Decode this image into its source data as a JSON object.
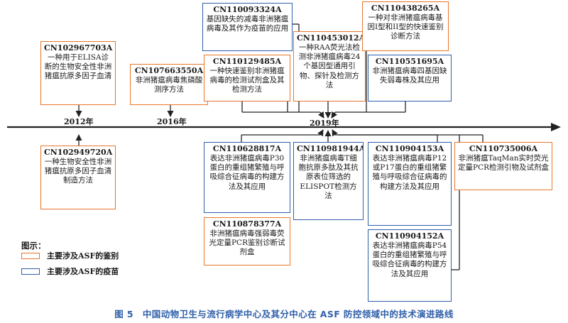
{
  "timeline": {
    "years": [
      "2012年",
      "2016年",
      "2019年"
    ]
  },
  "patents": [
    {
      "id": "CN102967703A",
      "desc": "一种用于ELISA诊断的生物安全性非洲猪瘟抗原多因子血清",
      "type": "diagnosis"
    },
    {
      "id": "CN102949720A",
      "desc": "一种生物安全性非洲猪瘟抗原多因子血清制造方法",
      "type": "diagnosis"
    },
    {
      "id": "CN107663550A",
      "desc": "非洲猪瘟病毒焦磷酸测序方法",
      "type": "diagnosis"
    },
    {
      "id": "CN110093324A",
      "desc": "基因缺失的减毒非洲猪瘟病毒及其作为疫苗的应用",
      "type": "vaccine"
    },
    {
      "id": "CN110129485A",
      "desc": "一种快速鉴别非洲猪瘟病毒的检测试剂盒及其检测方法",
      "type": "diagnosis"
    },
    {
      "id": "CN110453012A",
      "desc": "一种RAA荧光法检测非洲猪瘟病毒24个基因型通用引物、探针及检测方法",
      "type": "diagnosis"
    },
    {
      "id": "CN110438265A",
      "desc": "一种对非洲猪瘟病毒基因I型和II型的快速鉴别诊断方法",
      "type": "diagnosis"
    },
    {
      "id": "CN110551695A",
      "desc": "非洲猪瘟病毒四基因缺失弱毒株及其应用",
      "type": "vaccine"
    },
    {
      "id": "CN110628817A",
      "desc": "表达非洲猪瘟病毒P30蛋白的重组猪繁殖与呼吸综合征病毒的构建方法及其应用",
      "type": "vaccine"
    },
    {
      "id": "CN110878377A",
      "desc": "非洲猪瘟病毒强弱毒荧光定量PCR鉴别诊断试剂盒",
      "type": "diagnosis"
    },
    {
      "id": "CN110981944A",
      "desc": "非洲猪瘟病毒T细胞抗原多肽及其抗原表位筛选的ELISPOT检测方法",
      "type": "vaccine"
    },
    {
      "id": "CN110904153A",
      "desc": "表达非洲猪瘟病毒P12或P17蛋白的重组猪繁殖与呼吸综合征病毒的构建方法及其应用",
      "type": "vaccine"
    },
    {
      "id": "CN110904152A",
      "desc": "表达非洲猪瘟病毒P54蛋白的重组猪繁殖与呼吸综合征病毒的构建方法及其应用",
      "type": "vaccine"
    },
    {
      "id": "CN110735006A",
      "desc": "非洲猪瘟TaqMan实时荧光定量PCR检测引物及试剂盒",
      "type": "diagnosis"
    }
  ],
  "legend": {
    "title": "图示：",
    "items": [
      {
        "label": "主要涉及ASF的鉴别",
        "color": "#e8762b"
      },
      {
        "label": "主要涉及ASF的疫苗",
        "color": "#2f5faa"
      }
    ]
  },
  "caption": "图 5　中国动物卫生与流行病学中心及其分中心在 ASF 防控领域中的技术演进路线",
  "colors": {
    "orange": "#e8762b",
    "blue": "#2f5faa",
    "axis": "#222222"
  }
}
